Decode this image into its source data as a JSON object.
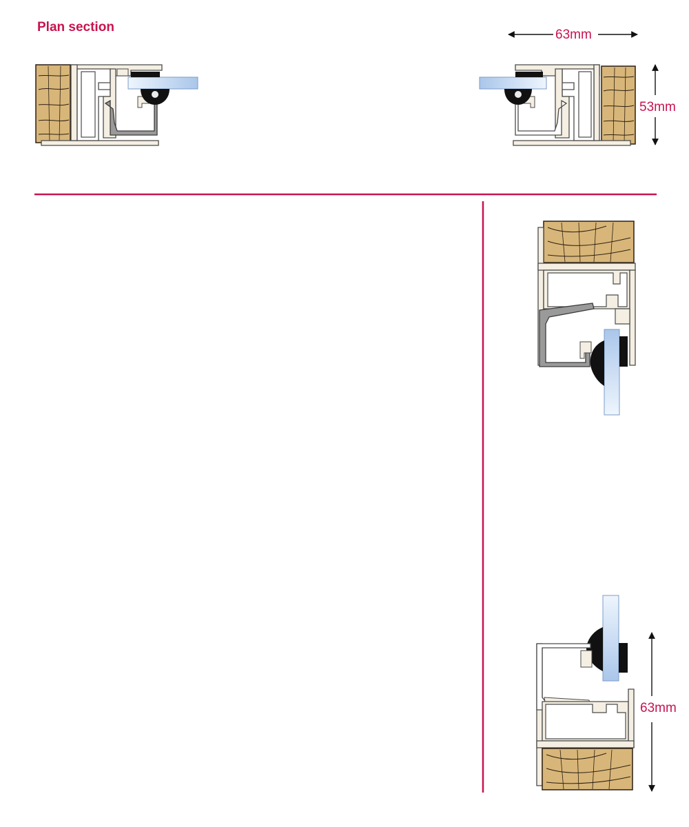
{
  "heading": "Plan section",
  "dimensions": {
    "width_top": "63mm",
    "height_top": "53mm",
    "height_bottom": "63mm"
  },
  "colors": {
    "accent": "#c8134e",
    "timber": "#d8b679",
    "timber_grain": "#2a1f12",
    "frame": "#f4efe2",
    "frame_outline": "#4a4a4a",
    "bead": "#9a9a9a",
    "glass": "#cfe0f3",
    "seal": "#111111"
  }
}
